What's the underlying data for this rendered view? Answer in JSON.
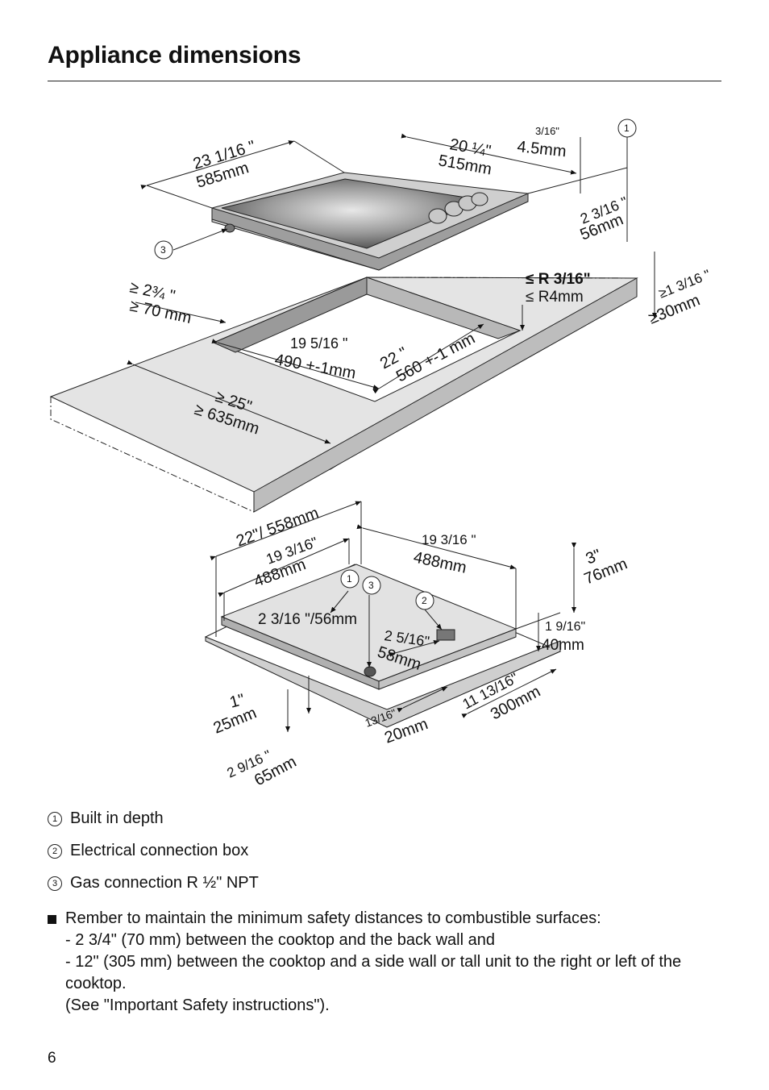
{
  "page": {
    "title": "Appliance dimensions",
    "number": "6"
  },
  "legend": [
    {
      "num": "1",
      "text": "Built in depth"
    },
    {
      "num": "2",
      "text": "Electrical connection box"
    },
    {
      "num": "3",
      "text": "Gas connection R ½\" NPT"
    }
  ],
  "note": {
    "lead": "Rember to maintain the minimum safety distances to combustible surfaces:",
    "line1": "- 2 3/4\" (70 mm) between the cooktop and the back wall and",
    "line2": "- 12\" (305 mm) between the cooktop and a side wall or tall unit to the right or left of the cooktop.",
    "line3": "(See \"Important Safety instructions\")."
  },
  "diagram": {
    "top": {
      "width_in": "23 1/16 \"",
      "width_mm": "585mm",
      "depth_in": "20 ¼\"",
      "depth_mm": "515mm",
      "glass_in": "3/16\"",
      "glass_mm": "4.5mm",
      "height_in": "2 3/16 \"",
      "height_mm": "56mm",
      "back_in": "≥ 2¾ \"",
      "back_mm": "≥ 70 mm",
      "radius_in": "≤ R 3/16\"",
      "radius_mm": "≤ R4mm",
      "ct_in": "≥1 3/16 \"",
      "ct_mm": "≥30mm",
      "cut_d_in": "19 5/16 \"",
      "cut_d_mm": "490 +-1mm",
      "cut_w_in": "22 \"",
      "cut_w_mm": "560 +-1 mm",
      "front_in": "≥ 25\"",
      "front_mm": "≥ 635mm"
    },
    "bottom": {
      "w1": "22\"/ 558mm",
      "w2_in": "19 3/16\"",
      "w2_mm": "488mm",
      "d_in": "19 3/16 \"",
      "d_mm": "488mm",
      "h_in": "3\"",
      "h_mm": "76mm",
      "depth1": "2 3/16 \"/56mm",
      "box_in": "2 5/16\"",
      "box_mm": "58mm",
      "right_in": "1 9/16\"",
      "right_mm": "40mm",
      "gas_x_in": "11 13/16\"",
      "gas_x_mm": "300mm",
      "gas_y_in": "13/16\"",
      "gas_y_mm": "20mm",
      "left_in": "1\"",
      "left_mm": "25mm",
      "low_in": "2 9/16 \"",
      "low_mm": "65mm"
    },
    "callouts": [
      "1",
      "2",
      "3"
    ]
  }
}
